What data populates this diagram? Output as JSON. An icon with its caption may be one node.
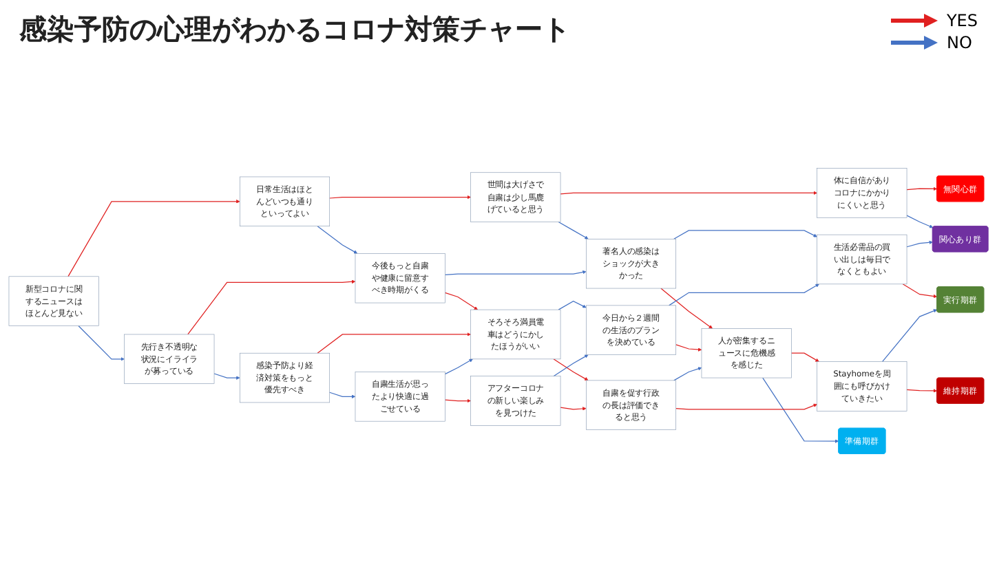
{
  "diagram": {
    "title": "感染予防の心理がわかるコロナ対策チャート",
    "nodes": [
      {
        "text": [
          "新型コロナに関するニュースはほとんど見ない"
        ]
      },
      {
        "text": [
          "日常生活はほとんどいつも通りといってよい"
        ]
      },
      {
        "text": [
          "世間は大げさで自粛は少し馬鹿げていると思う"
        ]
      },
      {
        "text": [
          "体に自信がありコロナにかかりにくいと思う"
        ]
      },
      {
        "text": [
          "先行き不透明な状況にイライラが募っている"
        ]
      },
      {
        "text": [
          "今後もっと自粛や健康に留意すべき時期がくる"
        ]
      },
      {
        "text": [
          "著名人の感染はショックが大きかった"
        ]
      },
      {
        "text": [
          "生活必需品の買い出しは毎日でなくともよい"
        ]
      },
      {
        "text": [
          "感染予防より経済対策をもっと優先すべき"
        ]
      },
      {
        "text": [
          "そろそろ満員電車はどうにかしたほうがいい"
        ]
      },
      {
        "text": [
          "今日から２週間の生活のプランを決めている"
        ]
      },
      {
        "text": [
          "人が密集するニュースに危機感を感じた"
        ]
      },
      {
        "text": [
          "自粛生活が思ったより快適に過ごせている"
        ]
      },
      {
        "text": [
          "アフターコロナの新しい楽しみを見つけた"
        ]
      },
      {
        "text": [
          "自粛を促す行政の長は評価できると思う"
        ]
      },
      {
        "text": [
          "Stayhomeを周囲にも呼びかけていきたい"
        ]
      },
      {
        "text": [
          "無関心群"
        ]
      },
      {
        "text": [
          "関心あり群"
        ]
      },
      {
        "text": [
          "準備期群"
        ]
      },
      {
        "text": [
          "実行期群"
        ]
      },
      {
        "text": [
          "維持期群"
        ]
      }
    ],
    "edges": [
      {
        "from": 0,
        "to": 1,
        "arrow": "to",
        "color": "#e02020"
      },
      {
        "from": 1,
        "to": 2,
        "arrow": "to",
        "color": "#e02020"
      },
      {
        "from": 2,
        "to": 3,
        "arrow": "to",
        "color": "#e02020"
      },
      {
        "from": 3,
        "to": 16,
        "arrow": "to",
        "color": "#e02020"
      },
      {
        "from": 3,
        "to": 17,
        "arrow": "to",
        "color": "#4472c4"
      },
      {
        "from": 0,
        "to": 4,
        "arrow": "to",
        "color": "#4472c4"
      },
      {
        "from": 1,
        "to": 5,
        "arrow": "to",
        "color": "#4472c4"
      },
      {
        "from": 2,
        "to": 6,
        "arrow": "to",
        "color": "#4472c4"
      },
      {
        "from": 4,
        "to": 5,
        "arrow": "to",
        "color": "#e02020"
      },
      {
        "from": 5,
        "to": 6,
        "arrow": "to",
        "color": "#4472c4"
      },
      {
        "from": 6,
        "to": 7,
        "arrow": "to",
        "color": "#4472c4"
      },
      {
        "from": 7,
        "to": 17,
        "arrow": "to",
        "color": "#4472c4"
      },
      {
        "from": 6,
        "to": 11,
        "arrow": "to",
        "color": "#e02020"
      },
      {
        "from": 7,
        "to": 19,
        "arrow": "to",
        "color": "#e02020"
      },
      {
        "from": 4,
        "to": 8,
        "arrow": "to",
        "color": "#4472c4"
      },
      {
        "from": 5,
        "to": 9,
        "arrow": "to",
        "color": "#e02020"
      },
      {
        "from": 8,
        "to": 9,
        "arrow": "to",
        "color": "#e02020"
      },
      {
        "from": 9,
        "to": 10,
        "arrow": "to",
        "color": "#4472c4"
      },
      {
        "from": 10,
        "to": 11,
        "arrow": "to",
        "color": "#e02020"
      },
      {
        "from": 10,
        "to": 7,
        "arrow": "to",
        "color": "#4472c4"
      },
      {
        "from": 11,
        "to": 18,
        "arrow": "to",
        "color": "#4472c4"
      },
      {
        "from": 8,
        "to": 12,
        "arrow": "to",
        "color": "#4472c4"
      },
      {
        "from": 12,
        "to": 9,
        "arrow": "to",
        "color": "#4472c4"
      },
      {
        "from": 9,
        "to": 14,
        "arrow": "to",
        "color": "#e02020"
      },
      {
        "from": 13,
        "to": 10,
        "arrow": "to",
        "color": "#4472c4"
      },
      {
        "from": 14,
        "to": 11,
        "arrow": "to",
        "color": "#4472c4"
      },
      {
        "from": 11,
        "to": 15,
        "arrow": "to",
        "color": "#e02020"
      },
      {
        "from": 12,
        "to": 13,
        "arrow": "to",
        "color": "#e02020"
      },
      {
        "from": 13,
        "to": 14,
        "arrow": "to",
        "color": "#e02020"
      },
      {
        "from": 14,
        "to": 15,
        "arrow": "to",
        "color": "#e02020"
      },
      {
        "from": 15,
        "to": 19,
        "arrow": "to",
        "color": "#4472c4"
      },
      {
        "from": 15,
        "to": 20,
        "arrow": "to",
        "color": "#e02020"
      }
    ],
    "legend": [
      {
        "text": "YES"
      },
      {
        "text": "NO"
      }
    ]
  }
}
